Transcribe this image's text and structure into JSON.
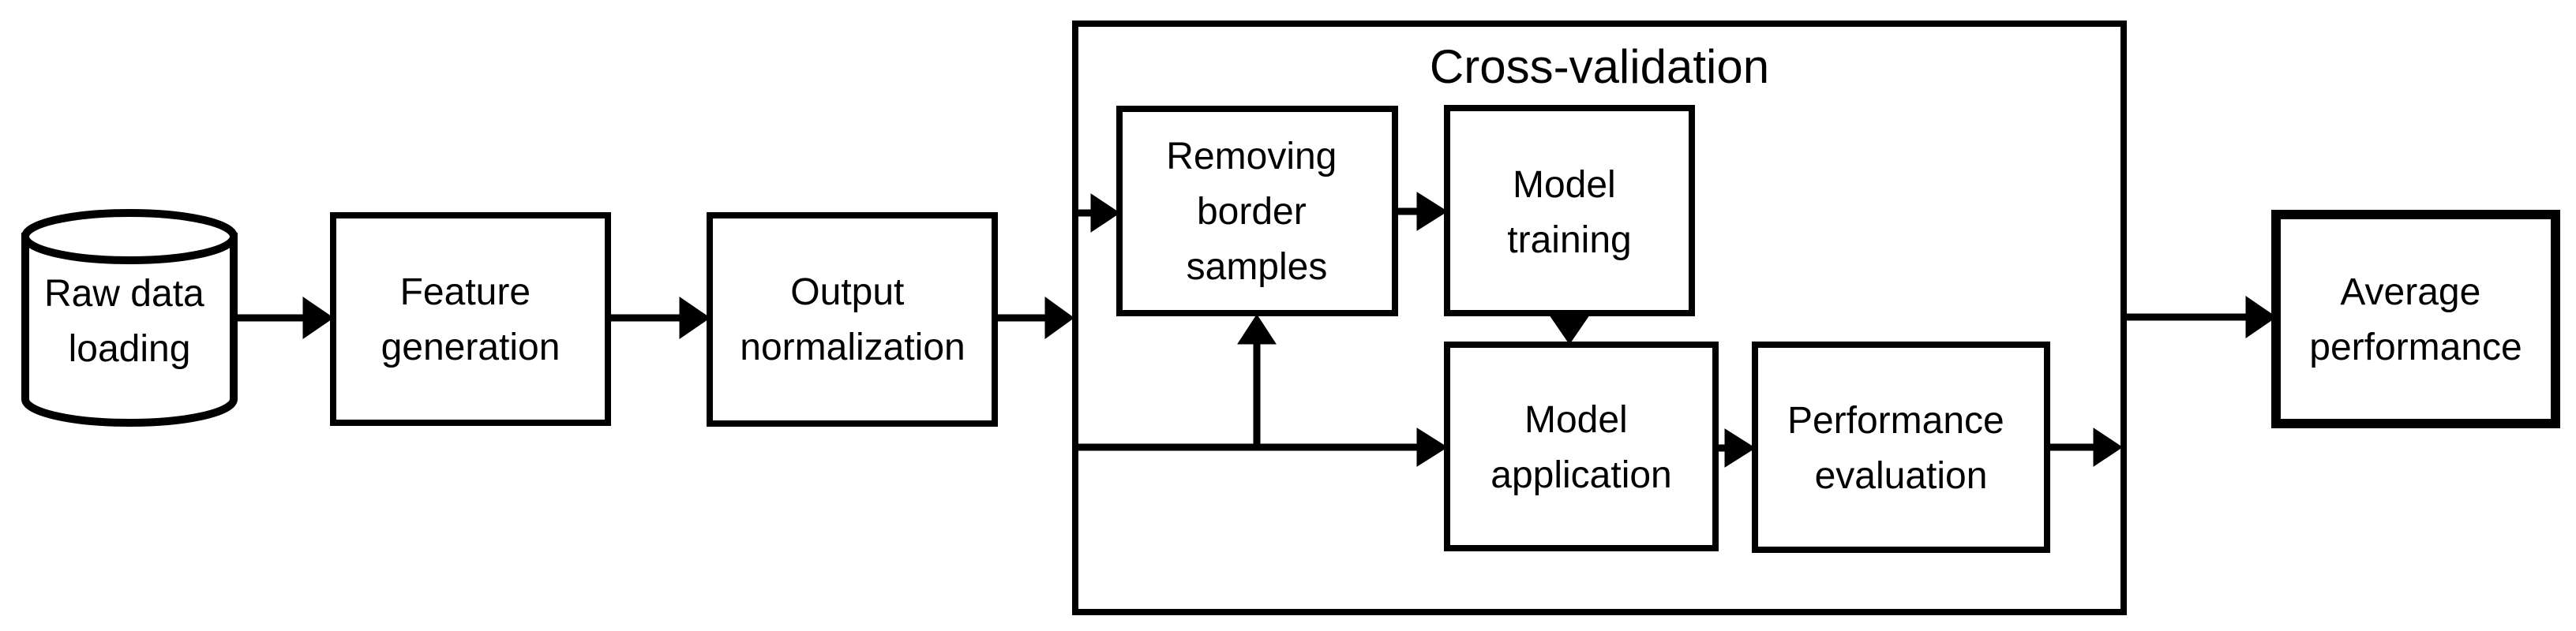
{
  "diagram": {
    "background_color": "#ffffff",
    "line_color": "#000000",
    "nodes": {
      "raw_data_loading": {
        "shape": "cylinder",
        "label_lines": [
          "Raw data",
          "loading"
        ]
      },
      "feature_generation": {
        "shape": "rect",
        "label_lines": [
          "Feature",
          "generation"
        ]
      },
      "output_normalization": {
        "shape": "rect",
        "label_lines": [
          "Output",
          "normalization"
        ]
      },
      "cross_validation": {
        "shape": "container",
        "label": "Cross-validation"
      },
      "removing_border_samples": {
        "shape": "rect",
        "label_lines": [
          "Removing",
          "border",
          "samples"
        ]
      },
      "model_training": {
        "shape": "rect",
        "label_lines": [
          "Model",
          "training"
        ]
      },
      "model_application": {
        "shape": "rect",
        "label_lines": [
          "Model",
          "application"
        ]
      },
      "performance_evaluation": {
        "shape": "rect",
        "label_lines": [
          "Performance",
          "evaluation"
        ]
      },
      "average_performance": {
        "shape": "rect-bold",
        "label_lines": [
          "Average",
          "performance"
        ]
      }
    },
    "edges": [
      {
        "from": "raw_data_loading",
        "to": "feature_generation"
      },
      {
        "from": "feature_generation",
        "to": "output_normalization"
      },
      {
        "from": "output_normalization",
        "to": "cross_validation"
      },
      {
        "from": "cross_validation",
        "to": "removing_border_samples"
      },
      {
        "from": "removing_border_samples",
        "to": "model_training"
      },
      {
        "from": "model_training",
        "to": "model_application"
      },
      {
        "from": "cross_validation",
        "to": "model_application"
      },
      {
        "from": "model_application",
        "to": "performance_evaluation"
      },
      {
        "from": "performance_evaluation",
        "to": "cross_validation"
      },
      {
        "from": "cross_validation",
        "to": "average_performance"
      }
    ]
  }
}
